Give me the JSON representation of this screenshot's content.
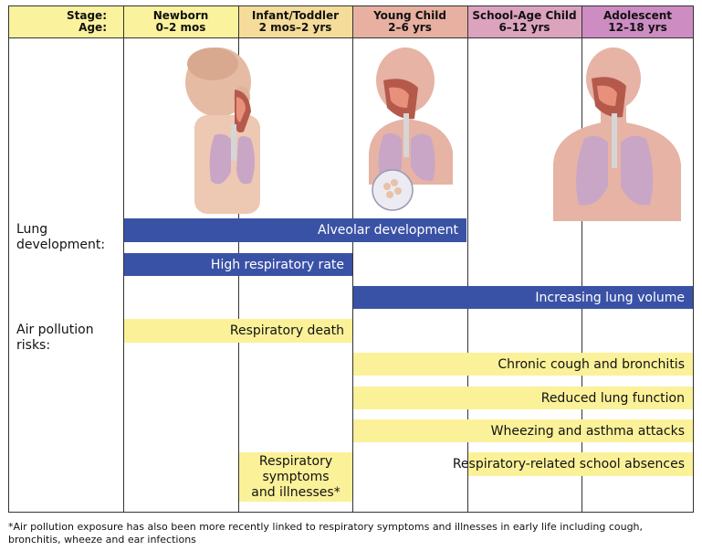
{
  "header": {
    "stage_label": "Stage:",
    "age_label": "Age:",
    "columns": [
      {
        "name": "Newborn",
        "age": "0–2 mos",
        "color": "#fbf29e"
      },
      {
        "name": "Infant/Toddler",
        "age": "2 mos–2 yrs",
        "color": "#f5dc9a"
      },
      {
        "name": "Young Child",
        "age": "2–6 yrs",
        "color": "#e8b0a0"
      },
      {
        "name": "School-Age Child",
        "age": "6–12 yrs",
        "color": "#dca3bf"
      },
      {
        "name": "Adolescent",
        "age": "12–18 yrs",
        "color": "#cd8cc2"
      }
    ]
  },
  "rows": {
    "lung_development": {
      "line1": "Lung",
      "line2": "development:"
    },
    "air_pollution": {
      "line1": "Air pollution",
      "line2": "risks:"
    }
  },
  "bars": {
    "alveolar": "Alveolar development",
    "resp_rate": "High respiratory rate",
    "lung_volume": "Increasing lung volume",
    "resp_death": "Respiratory death",
    "cough": "Chronic cough and bronchitis",
    "lung_function": "Reduced lung function",
    "wheezing": "Wheezing and asthma attacks",
    "school_absences": "Respiratory-related school absences",
    "symptoms": {
      "line1": "Respiratory",
      "line2": "symptoms",
      "line3": "and illnesses*"
    }
  },
  "colors": {
    "bar_blue": "#3a52a6",
    "bar_yellow": "#fbf199",
    "grid": "#333333"
  },
  "footnote": "*Air pollution exposure has also been more recently linked to respiratory symptoms and illnesses in early life including cough, bronchitis, wheeze and ear infections"
}
